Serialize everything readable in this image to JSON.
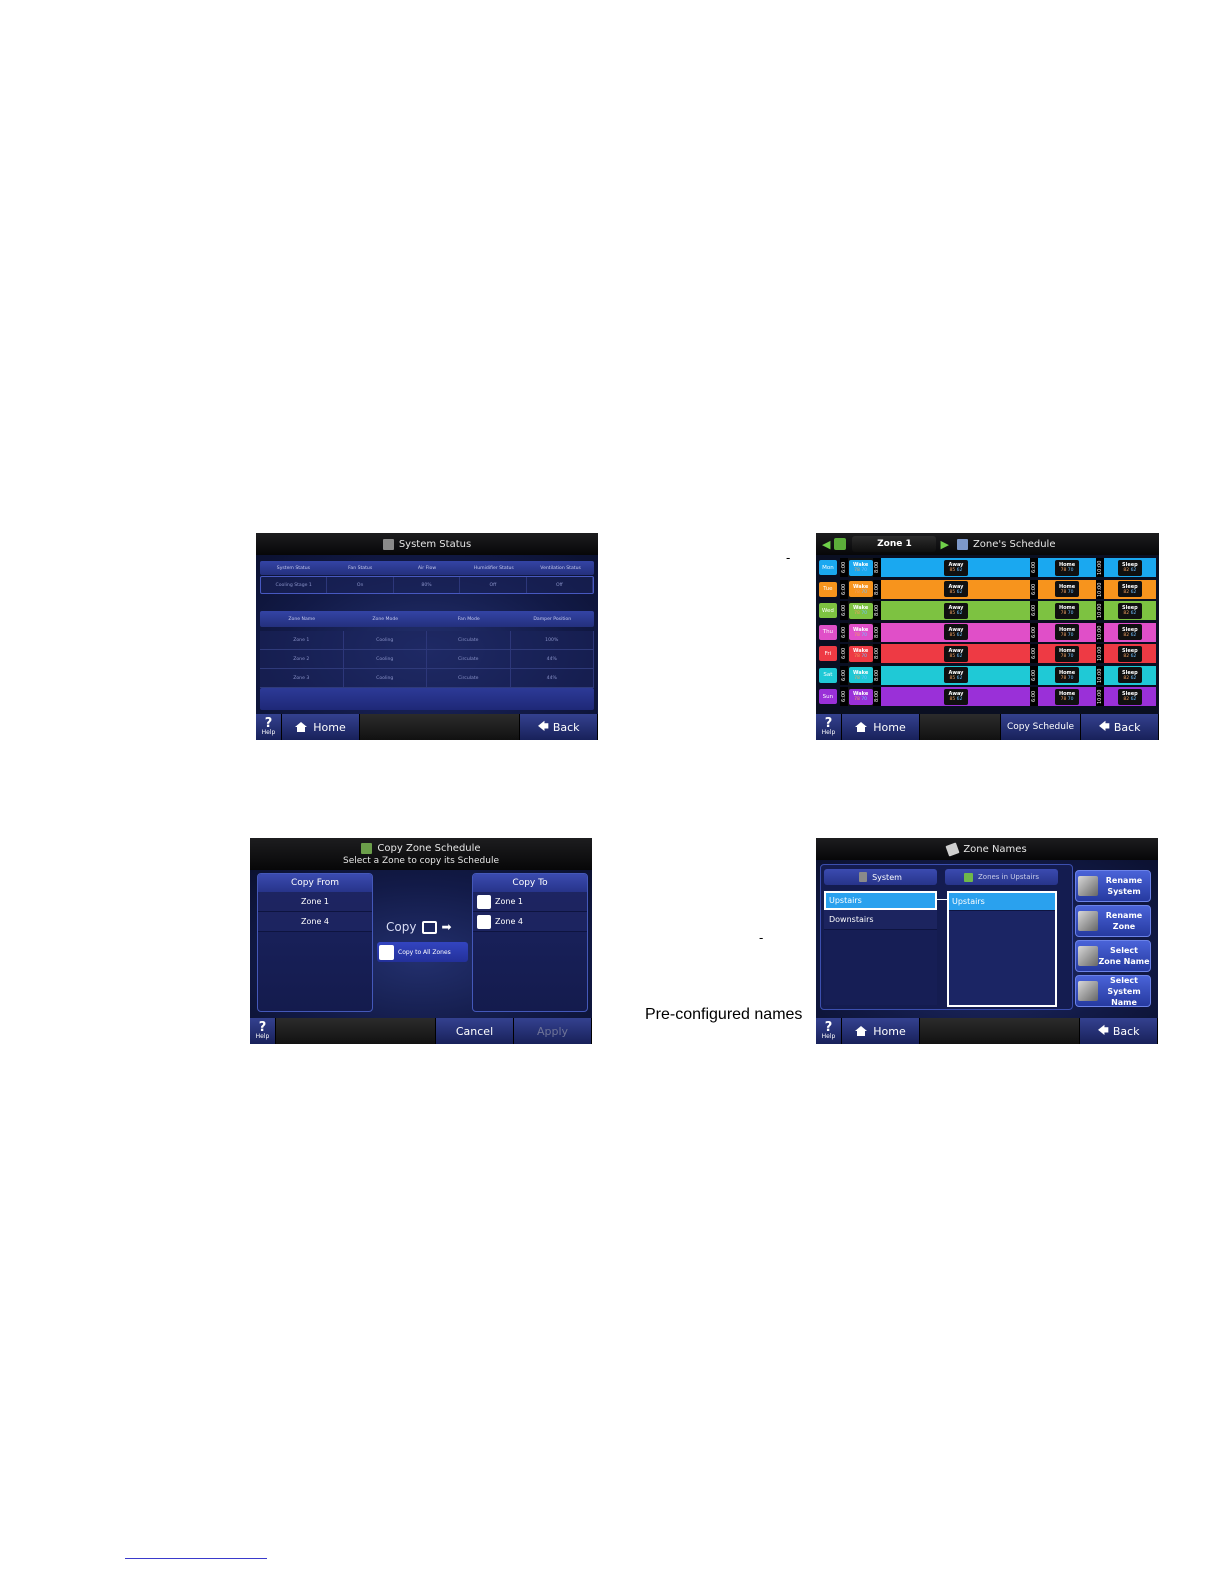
{
  "common": {
    "help_label": "Help",
    "home_label": "Home",
    "back_label": "Back"
  },
  "system_status": {
    "title": "System Status",
    "headers": [
      "System Status",
      "Fan Status",
      "Air Flow",
      "Humidifier Status",
      "Ventilation Status"
    ],
    "values": [
      "Cooling Stage 1",
      "On",
      "80%",
      "Off",
      "Off"
    ],
    "zone_headers": [
      "Zone Name",
      "Zone Mode",
      "Fan Mode",
      "Damper Position"
    ],
    "zone_rows": [
      [
        "Zone 1",
        "Cooling",
        "Circulate",
        "100%"
      ],
      [
        "Zone 2",
        "Cooling",
        "Circulate",
        "44%"
      ],
      [
        "Zone 3",
        "Cooling",
        "Circulate",
        "44%"
      ]
    ]
  },
  "zone_schedule": {
    "zone_label": "Zone 1",
    "title": "Zone's Schedule",
    "copy_schedule_label": "Copy Schedule",
    "times": [
      "6:00",
      "8:00",
      "6:00",
      "10:00"
    ],
    "days": [
      {
        "name": "Mon",
        "color": "#1aa8f0"
      },
      {
        "name": "Tue",
        "color": "#f7941d"
      },
      {
        "name": "Wed",
        "color": "#7dc241"
      },
      {
        "name": "Thu",
        "color": "#e04fc8"
      },
      {
        "name": "Fri",
        "color": "#ee3a44"
      },
      {
        "name": "Sat",
        "color": "#1fc9d6"
      },
      {
        "name": "Sun",
        "color": "#9a30d8"
      }
    ],
    "events": [
      {
        "name": "Wake",
        "heat": "78",
        "cool": "70"
      },
      {
        "name": "Away",
        "heat": "85",
        "cool": "62"
      },
      {
        "name": "Home",
        "heat": "78",
        "cool": "70"
      },
      {
        "name": "Sleep",
        "heat": "82",
        "cool": "62"
      }
    ]
  },
  "copy_zone_schedule": {
    "title": "Copy Zone Schedule",
    "subtitle": "Select a Zone to copy its Schedule",
    "copy_from_header": "Copy From",
    "copy_from_items": [
      "Zone 1",
      "Zone 4"
    ],
    "copy_to_header": "Copy To",
    "copy_to_items": [
      "Zone 1",
      "Zone 4"
    ],
    "copy_label": "Copy",
    "copy_all_label": "Copy to All Zones",
    "cancel_label": "Cancel",
    "apply_label": "Apply"
  },
  "zone_names": {
    "title": "Zone Names",
    "system_tab": "System",
    "zones_tab": "Zones in Upstairs",
    "systems": [
      "Upstairs",
      "Downstairs"
    ],
    "zones": [
      "Upstairs"
    ],
    "buttons": [
      "Rename System",
      "Rename Zone",
      "Select Zone Name",
      "Select System Name"
    ]
  },
  "annotations": {
    "dash_1": "-",
    "dash_2": "-",
    "preconfigured_caption": "Pre-configured names"
  }
}
